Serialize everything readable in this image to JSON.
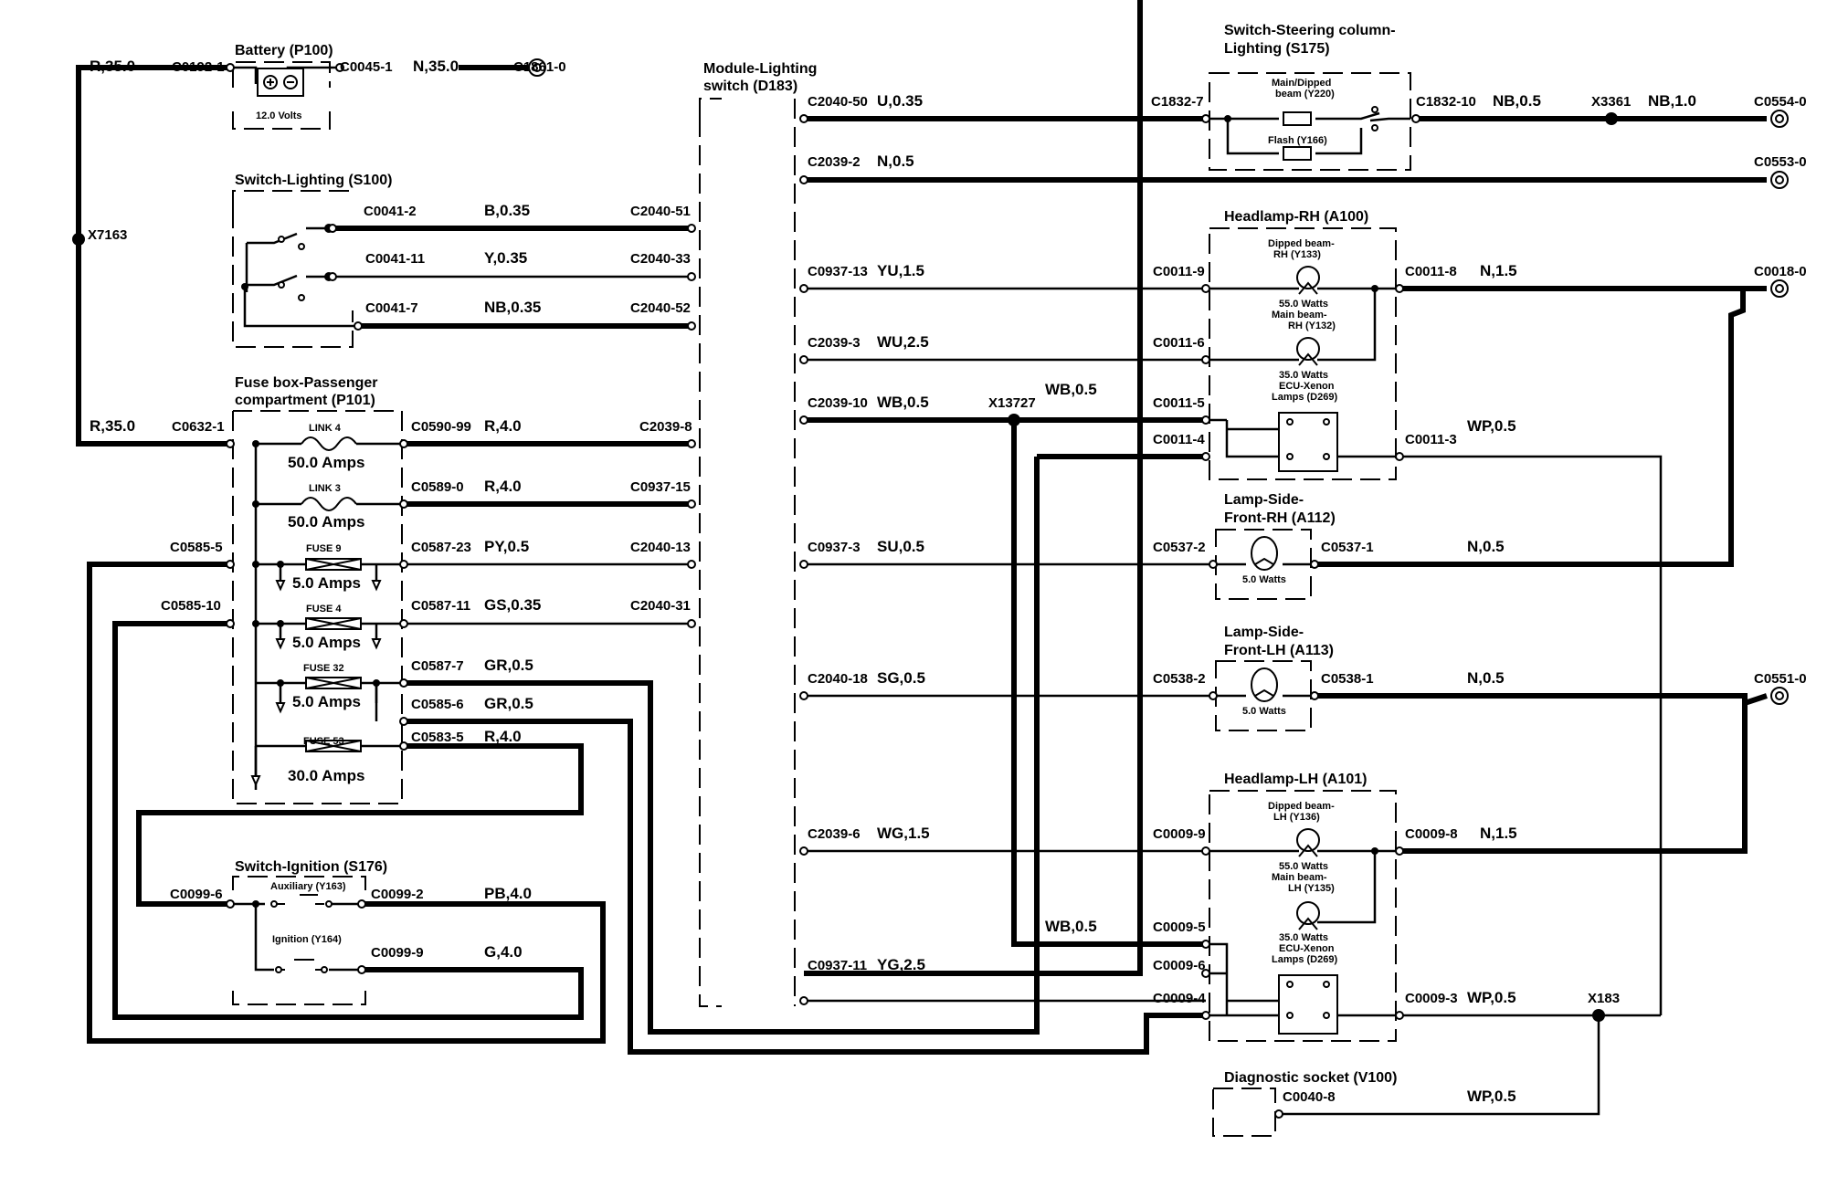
{
  "components": [
    {
      "id": "battery",
      "title_lines": [
        "Battery (P100)"
      ],
      "extra": [
        "12.0 Volts"
      ]
    },
    {
      "id": "switch-lighting",
      "title_lines": [
        "Switch-Lighting (S100)"
      ]
    },
    {
      "id": "fuse-box",
      "title_lines": [
        "Fuse box-Passenger",
        "compartment (P101)"
      ]
    },
    {
      "id": "switch-ignition",
      "title_lines": [
        "Switch-Ignition (S176)"
      ]
    },
    {
      "id": "module-lighting",
      "title_lines": [
        "Module-Lighting",
        "switch (D183)"
      ]
    },
    {
      "id": "switch-steering",
      "title_lines": [
        "Switch-Steering column-",
        "Lighting (S175)"
      ]
    },
    {
      "id": "headlamp-rh",
      "title_lines": [
        "Headlamp-RH (A100)"
      ]
    },
    {
      "id": "lamp-side-rh",
      "title_lines": [
        "Lamp-Side-",
        "Front-RH (A112)"
      ]
    },
    {
      "id": "lamp-side-lh",
      "title_lines": [
        "Lamp-Side-",
        "Front-LH (A113)"
      ]
    },
    {
      "id": "headlamp-lh",
      "title_lines": [
        "Headlamp-LH (A101)"
      ]
    },
    {
      "id": "diagnostic",
      "title_lines": [
        "Diagnostic socket (V100)"
      ]
    }
  ],
  "fuses": [
    {
      "id": "link4",
      "name": "LINK 4",
      "rating": "50.0 Amps"
    },
    {
      "id": "link3",
      "name": "LINK 3",
      "rating": "50.0 Amps"
    },
    {
      "id": "fuse9",
      "name": "FUSE 9",
      "rating": "5.0 Amps"
    },
    {
      "id": "fuse4",
      "name": "FUSE 4",
      "rating": "5.0 Amps"
    },
    {
      "id": "fuse32",
      "name": "FUSE 32",
      "rating": "5.0 Amps"
    },
    {
      "id": "fuse53",
      "name": "FUSE 53",
      "rating": "30.0 Amps"
    }
  ],
  "sub_labels": [
    {
      "id": "main-dipped",
      "lines": [
        "Main/Dipped",
        "beam (Y220)"
      ]
    },
    {
      "id": "flash",
      "lines": [
        "Flash (Y166)"
      ]
    },
    {
      "id": "dip-rh",
      "lines": [
        "Dipped beam-",
        "RH (Y133)"
      ]
    },
    {
      "id": "w55-rh",
      "lines": [
        "55.0 Watts"
      ]
    },
    {
      "id": "main-rh",
      "lines": [
        "Main beam-",
        "RH (Y132)"
      ]
    },
    {
      "id": "w35-rh",
      "lines": [
        "35.0 Watts"
      ]
    },
    {
      "id": "ecu-rh",
      "lines": [
        "ECU-Xenon",
        "Lamps (D269)"
      ]
    },
    {
      "id": "w5-rh",
      "lines": [
        "5.0 Watts"
      ]
    },
    {
      "id": "w5-lh",
      "lines": [
        "5.0 Watts"
      ]
    },
    {
      "id": "dip-lh",
      "lines": [
        "Dipped beam-",
        "LH (Y136)"
      ]
    },
    {
      "id": "w55-lh",
      "lines": [
        "55.0 Watts"
      ]
    },
    {
      "id": "main-lh",
      "lines": [
        "Main beam-",
        "LH (Y135)"
      ]
    },
    {
      "id": "w35-lh",
      "lines": [
        "35.0 Watts"
      ]
    },
    {
      "id": "ecu-lh",
      "lines": [
        "ECU-Xenon",
        "Lamps (D269)"
      ]
    },
    {
      "id": "aux",
      "lines": [
        "Auxiliary (Y163)"
      ]
    },
    {
      "id": "ign",
      "lines": [
        "Ignition (Y164)"
      ]
    }
  ],
  "connectors": [
    {
      "id": "c0192-1",
      "text": "C0192-1"
    },
    {
      "id": "c0045-1",
      "text": "C0045-1"
    },
    {
      "id": "c1861-0",
      "text": "C1861-0"
    },
    {
      "id": "c0041-2",
      "text": "C0041-2"
    },
    {
      "id": "c0041-11",
      "text": "C0041-11"
    },
    {
      "id": "c0041-7",
      "text": "C0041-7"
    },
    {
      "id": "c2040-51",
      "text": "C2040-51"
    },
    {
      "id": "c2040-33",
      "text": "C2040-33"
    },
    {
      "id": "c2040-52",
      "text": "C2040-52"
    },
    {
      "id": "c0632-1",
      "text": "C0632-1"
    },
    {
      "id": "c0590-99",
      "text": "C0590-99"
    },
    {
      "id": "c2039-8",
      "text": "C2039-8"
    },
    {
      "id": "c0589-0",
      "text": "C0589-0"
    },
    {
      "id": "c0937-15",
      "text": "C0937-15"
    },
    {
      "id": "c0585-5",
      "text": "C0585-5"
    },
    {
      "id": "c0587-23",
      "text": "C0587-23"
    },
    {
      "id": "c2040-13",
      "text": "C2040-13"
    },
    {
      "id": "c0585-10",
      "text": "C0585-10"
    },
    {
      "id": "c0587-11",
      "text": "C0587-11"
    },
    {
      "id": "c2040-31",
      "text": "C2040-31"
    },
    {
      "id": "c0587-7",
      "text": "C0587-7"
    },
    {
      "id": "c0585-6",
      "text": "C0585-6"
    },
    {
      "id": "c0583-5",
      "text": "C0583-5"
    },
    {
      "id": "c0099-6",
      "text": "C0099-6"
    },
    {
      "id": "c0099-2",
      "text": "C0099-2"
    },
    {
      "id": "c0099-9",
      "text": "C0099-9"
    },
    {
      "id": "c2040-50",
      "text": "C2040-50"
    },
    {
      "id": "c1832-7",
      "text": "C1832-7"
    },
    {
      "id": "c1832-10",
      "text": "C1832-10"
    },
    {
      "id": "c0554-0",
      "text": "C0554-0"
    },
    {
      "id": "c2039-2",
      "text": "C2039-2"
    },
    {
      "id": "c0553-0",
      "text": "C0553-0"
    },
    {
      "id": "c0937-13",
      "text": "C0937-13"
    },
    {
      "id": "c0011-9",
      "text": "C0011-9"
    },
    {
      "id": "c0011-8",
      "text": "C0011-8"
    },
    {
      "id": "c0018-0",
      "text": "C0018-0"
    },
    {
      "id": "c2039-3",
      "text": "C2039-3"
    },
    {
      "id": "c0011-6",
      "text": "C0011-6"
    },
    {
      "id": "c2039-10",
      "text": "C2039-10"
    },
    {
      "id": "c0011-5",
      "text": "C0011-5"
    },
    {
      "id": "c0011-4",
      "text": "C0011-4"
    },
    {
      "id": "c0011-3",
      "text": "C0011-3"
    },
    {
      "id": "c0937-3",
      "text": "C0937-3"
    },
    {
      "id": "c0537-2",
      "text": "C0537-2"
    },
    {
      "id": "c0537-1",
      "text": "C0537-1"
    },
    {
      "id": "c2040-18",
      "text": "C2040-18"
    },
    {
      "id": "c0538-2",
      "text": "C0538-2"
    },
    {
      "id": "c0538-1",
      "text": "C0538-1"
    },
    {
      "id": "c0551-0",
      "text": "C0551-0"
    },
    {
      "id": "c2039-6",
      "text": "C2039-6"
    },
    {
      "id": "c0009-9",
      "text": "C0009-9"
    },
    {
      "id": "c0009-8",
      "text": "C0009-8"
    },
    {
      "id": "c0009-5",
      "text": "C0009-5"
    },
    {
      "id": "c0937-11",
      "text": "C0937-11"
    },
    {
      "id": "c0009-6",
      "text": "C0009-6"
    },
    {
      "id": "c0009-4",
      "text": "C0009-4"
    },
    {
      "id": "c0009-3",
      "text": "C0009-3"
    },
    {
      "id": "c0040-8",
      "text": "C0040-8"
    }
  ],
  "splices": [
    {
      "id": "x7163",
      "text": "X7163"
    },
    {
      "id": "x13727",
      "text": "X13727"
    },
    {
      "id": "x3361",
      "text": "X3361"
    },
    {
      "id": "x183",
      "text": "X183"
    }
  ],
  "wires": [
    {
      "id": "w-r35-top",
      "text": "R,35.0"
    },
    {
      "id": "w-n35",
      "text": "N,35.0"
    },
    {
      "id": "w-b035",
      "text": "B,0.35"
    },
    {
      "id": "w-y035",
      "text": "Y,0.35"
    },
    {
      "id": "w-nb035",
      "text": "NB,0.35"
    },
    {
      "id": "w-r35-mid",
      "text": "R,35.0"
    },
    {
      "id": "w-r40-a",
      "text": "R,4.0"
    },
    {
      "id": "w-r40-b",
      "text": "R,4.0"
    },
    {
      "id": "w-py05",
      "text": "PY,0.5"
    },
    {
      "id": "w-gs035",
      "text": "GS,0.35"
    },
    {
      "id": "w-gr05-a",
      "text": "GR,0.5"
    },
    {
      "id": "w-gr05-b",
      "text": "GR,0.5"
    },
    {
      "id": "w-r40-c",
      "text": "R,4.0"
    },
    {
      "id": "w-pb40",
      "text": "PB,4.0"
    },
    {
      "id": "w-g40",
      "text": "G,4.0"
    },
    {
      "id": "w-u035",
      "text": "U,0.35"
    },
    {
      "id": "w-nb05",
      "text": "NB,0.5"
    },
    {
      "id": "w-nb10",
      "text": "NB,1.0"
    },
    {
      "id": "w-n05-top",
      "text": "N,0.5"
    },
    {
      "id": "w-yu15",
      "text": "YU,1.5"
    },
    {
      "id": "w-n15-rh",
      "text": "N,1.5"
    },
    {
      "id": "w-wu25",
      "text": "WU,2.5"
    },
    {
      "id": "w-wb05-a",
      "text": "WB,0.5"
    },
    {
      "id": "w-wb05-b",
      "text": "WB,0.5"
    },
    {
      "id": "w-wp05-a",
      "text": "WP,0.5"
    },
    {
      "id": "w-su05",
      "text": "SU,0.5"
    },
    {
      "id": "w-n05-rh",
      "text": "N,0.5"
    },
    {
      "id": "w-sg05",
      "text": "SG,0.5"
    },
    {
      "id": "w-n05-lh",
      "text": "N,0.5"
    },
    {
      "id": "w-wg15",
      "text": "WG,1.5"
    },
    {
      "id": "w-n15-lh",
      "text": "N,1.5"
    },
    {
      "id": "w-wb05-c",
      "text": "WB,0.5"
    },
    {
      "id": "w-yg25",
      "text": "YG,2.5"
    },
    {
      "id": "w-wp05-b",
      "text": "WP,0.5"
    },
    {
      "id": "w-wp05-c",
      "text": "WP,0.5"
    }
  ]
}
